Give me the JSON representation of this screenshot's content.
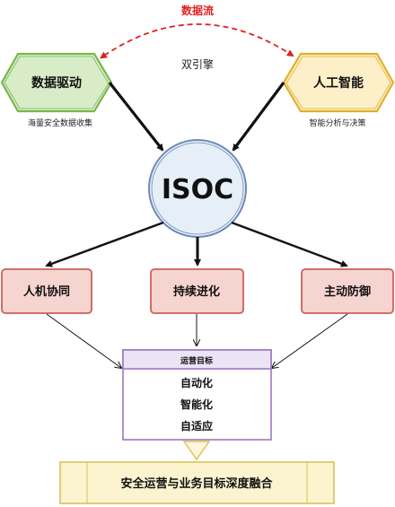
{
  "flow_label": "数据流",
  "dual_engine_label": "双引擎",
  "left_engine": {
    "title": "数据驱动",
    "caption": "海量安全数据收集"
  },
  "right_engine": {
    "title": "人工智能",
    "caption": "智能分析与决策"
  },
  "center_label": "ISOC",
  "pillars": [
    {
      "label": "人机协同"
    },
    {
      "label": "持续进化"
    },
    {
      "label": "主动防御"
    }
  ],
  "goals": {
    "header": "运营目标",
    "items": [
      "自动化",
      "智能化",
      "自适应"
    ]
  },
  "result": "安全运营与业务目标深度融合",
  "colors": {
    "flow_red": "#e02020",
    "hex_green_fill": "#d8ecc8",
    "hex_green_stroke": "#77b84e",
    "hex_yellow_fill": "#fdf0c8",
    "hex_yellow_stroke": "#e0b02a",
    "circle_fill": "#e6eef8",
    "circle_stroke": "#6b8bb6",
    "pillar_fill": "#f6d4d0",
    "pillar_stroke": "#c9605a",
    "goal_stroke": "#9a78c0",
    "goal_header_fill": "#ece4f6",
    "result_fill": "#fbf4cf",
    "result_stroke": "#d8c25a"
  }
}
